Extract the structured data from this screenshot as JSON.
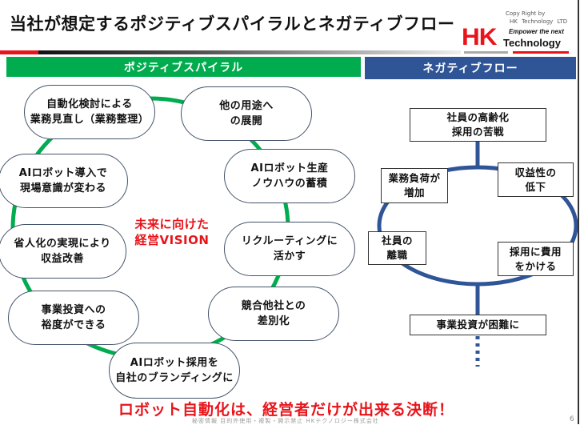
{
  "slide": {
    "title": "当社が想定するポジティブスパイラルとネガティブフロー",
    "page_number": "6",
    "footer": "秘密情報 目的外使用・複製・開示禁止 HKテクノロジー株式会社",
    "slogan": "ロボット自動化は、経営者だけが出来る決断！"
  },
  "logo": {
    "copyright_line1": "Copy Right by",
    "copyright_line2": "HK Technology LTD",
    "brand": "HK",
    "tagline": "Empower the next",
    "brand_suffix": "Technology"
  },
  "colors": {
    "accent_red": "#e8141a",
    "positive_green": "#00ac4e",
    "negative_blue": "#2f5597"
  },
  "positive": {
    "header": "ポジティブスパイラル",
    "center_line1": "未来に向けた",
    "center_line2": "経営VISION",
    "items": [
      {
        "line1": "自動化検討による",
        "line2": "業務見直し（業務整理）"
      },
      {
        "line1": "他の用途へ",
        "line2": "の展開"
      },
      {
        "line1": "AIロボット生産",
        "line2": "ノウハウの蓄積"
      },
      {
        "line1": "リクルーティングに",
        "line2": "活かす"
      },
      {
        "line1": "競合他社との",
        "line2": "差別化"
      },
      {
        "line1": "AIロボット採用を",
        "line2": "自社のブランディングに"
      },
      {
        "line1": "事業投資への",
        "line2": "裕度ができる"
      },
      {
        "line1": "省人化の実現により",
        "line2": "収益改善"
      },
      {
        "line1": "AIロボット導入で",
        "line2": "現場意識が変わる"
      }
    ]
  },
  "negative": {
    "header": "ネガティブフロー",
    "start": {
      "line1": "社員の高齢化",
      "line2": "採用の苦戦"
    },
    "cycle": [
      {
        "line1": "収益性の",
        "line2": "低下"
      },
      {
        "line1": "採用に費用",
        "line2": "をかける"
      },
      {
        "line1": "社員の",
        "line2": "離職"
      },
      {
        "line1": "業務負荷が",
        "line2": "増加"
      }
    ],
    "end": "事業投資が困難に"
  }
}
